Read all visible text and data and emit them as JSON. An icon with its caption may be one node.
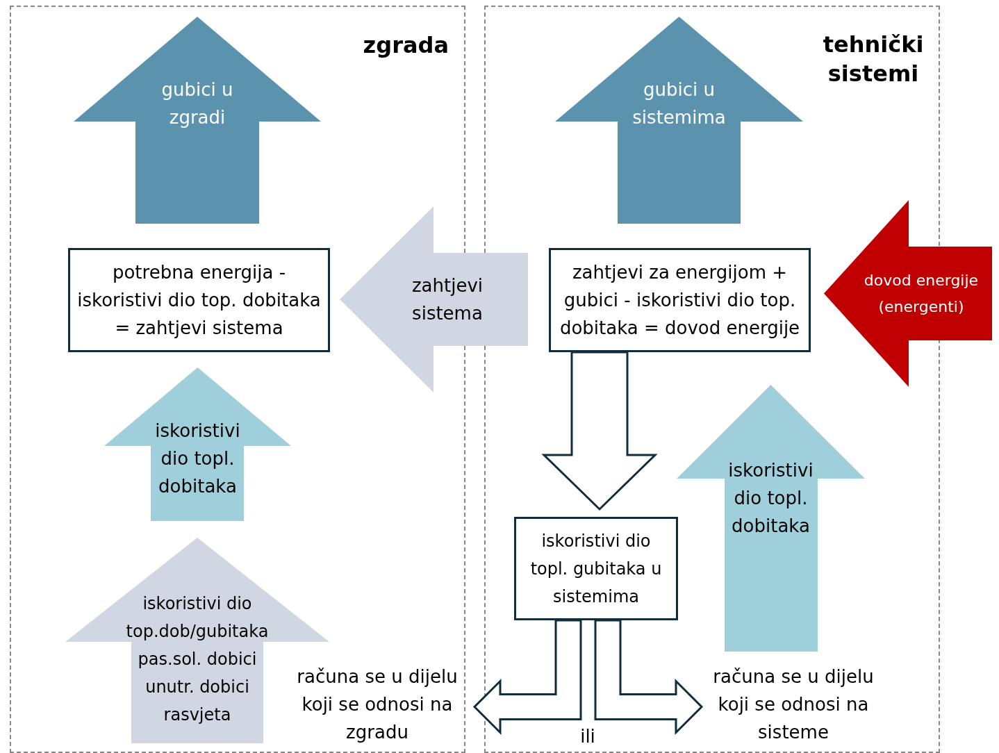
{
  "diagram": {
    "nodes": [
      {
        "text": [
          "zgrada"
        ]
      },
      {
        "text": [
          "tehnički sistemi"
        ]
      },
      {
        "text": [
          "gubici u zgradi"
        ],
        "in": 0
      },
      {
        "text": [
          "potrebna energija - iskoristivi dio top. dobitaka = zahtjevi sistema"
        ],
        "in": 0
      },
      {
        "text": [
          "iskoristivi dio topl. dobitaka"
        ],
        "in": 0
      },
      {
        "text": [
          "iskoristivi dio top.dob/gubitaka",
          "pas.sol. dobici",
          "unutr. dobici",
          "rasvjeta"
        ],
        "in": 0
      },
      {
        "text": [
          "računa se u dijelu koji se odnosi na zgradu"
        ],
        "in": 0
      },
      {
        "text": [
          "zahtjevi sistema"
        ]
      },
      {
        "text": [
          "gubici u sistemima"
        ],
        "in": 1
      },
      {
        "text": [
          "zahtjevi za energijom + gubici - iskoristivi dio top. dobitaka = dovod energije"
        ],
        "in": 1
      },
      {
        "text": [
          "dovod energije (energenti)"
        ]
      },
      {
        "text": [
          "iskoristivi dio topl. gubitaka u sistemima"
        ],
        "in": 1
      },
      {
        "text": [
          "iskoristivi dio topl. dobitaka"
        ],
        "in": 1
      },
      {
        "text": [
          "računa se u dijelu koji se odnosi na sisteme"
        ],
        "in": 1
      }
    ],
    "edges": [
      {
        "from": 9,
        "to": 11,
        "arrow": "to"
      },
      {
        "from": 11,
        "to": 6,
        "arrow": "to"
      },
      {
        "from": 11,
        "to": 13,
        "arrow": "to"
      }
    ],
    "labels": [
      "ili"
    ]
  }
}
